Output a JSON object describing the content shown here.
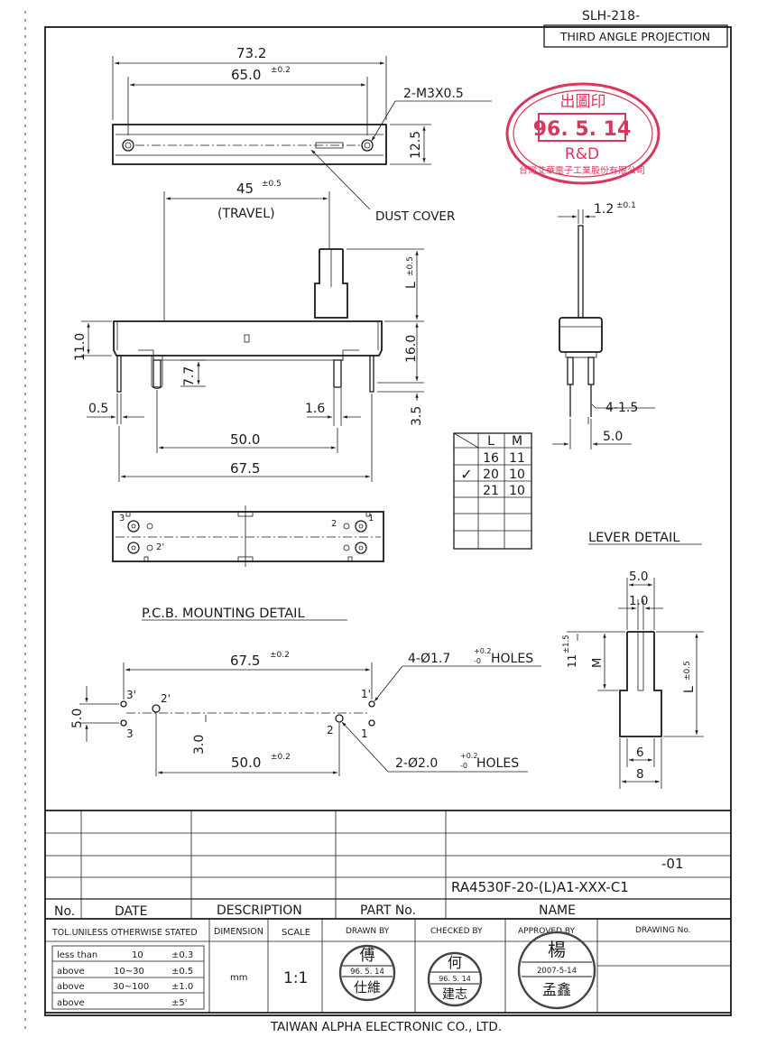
{
  "header": {
    "doc_code": "SLH-218-",
    "projection": "THIRD ANGLE PROJECTION"
  },
  "stamp": {
    "title": "出圖印",
    "date": "96. 5. 14",
    "dept": "R&D",
    "company": "台灣艾華電子工業股份有限公司",
    "color": "#d9365e"
  },
  "top_view": {
    "overall_length": "73.2",
    "mount_pitch": "65.0",
    "mount_pitch_tol": "±0.2",
    "screw_callout": "2-M3X0.5",
    "height": "12.5",
    "travel": "45",
    "travel_tol": "±0.5",
    "travel_label": "(TRAVEL)",
    "dust_cover": "DUST COVER"
  },
  "front_view": {
    "body_height": "11.0",
    "pin_length": "7.7",
    "lever_height_L": "L",
    "lever_height_tol": "±0.5",
    "pcb_to_top": "16.0",
    "pin_below": "3.5",
    "pin_width": "0.5",
    "pin_pitch": "1.6",
    "terminal_span": "50.0",
    "pin_span": "67.5"
  },
  "side_view": {
    "lever_thickness": "1.2",
    "lever_thickness_tol": "±0.1",
    "pin_spacing": "4-1.5",
    "pin_span": "5.0"
  },
  "lm_table": {
    "headers": [
      "L",
      "M"
    ],
    "rows": [
      {
        "check": "",
        "L": "16",
        "M": "11"
      },
      {
        "check": "✓",
        "L": "20",
        "M": "10"
      },
      {
        "check": "",
        "L": "21",
        "M": "10"
      }
    ]
  },
  "bottom_view": {
    "pin_1": "1",
    "pin_2": "2",
    "pin_3": "3",
    "pin_2p": "2'"
  },
  "pcb_detail": {
    "title": "P.C.B. MOUNTING DETAIL",
    "span": "67.5",
    "span_tol": "±0.2",
    "holes_small": "4-Ø1.7",
    "holes_small_tol_plus": "+0.2",
    "holes_small_tol_minus": "-0",
    "holes_label": "HOLES",
    "holes_large": "2-Ø2.0",
    "holes_large_tol_plus": "+0.2",
    "holes_large_tol_minus": "-0",
    "row_pitch": "5.0",
    "offset": "3.0",
    "center_span": "50.0",
    "center_span_tol": "±0.2",
    "pin_1": "1",
    "pin_1p": "1'",
    "pin_2": "2",
    "pin_2p": "2'",
    "pin_3": "3",
    "pin_3p": "3'"
  },
  "lever_detail": {
    "title": "LEVER DETAIL",
    "width": "5.0",
    "slot": "1.0",
    "offset": "11",
    "offset_tol": "±1.5",
    "m_label": "M",
    "l_label": "L",
    "l_tol": "±0.5",
    "inner": "6",
    "outer": "8"
  },
  "title_block": {
    "revision": "-01",
    "part_name": "RA4530F-20-(L)A1-XXX-C1",
    "col_no": "No.",
    "col_date": "DATE",
    "col_description": "DESCRIPTION",
    "col_part_no": "PART No.",
    "col_name": "NAME",
    "tolerance_title": "TOL.UNILESS OTHERWISE STATED",
    "tolerances": [
      {
        "cond": "less than",
        "range": "10",
        "tol": "±0.3"
      },
      {
        "cond": "above",
        "range": "10~30",
        "tol": "±0.5"
      },
      {
        "cond": "above",
        "range": "30~100",
        "tol": "±1.0"
      },
      {
        "cond": "above",
        "range": "",
        "tol": "±5'"
      }
    ],
    "dimension_label": "DIMENSION",
    "dimension_unit": "mm",
    "scale_label": "SCALE",
    "scale_value": "1:1",
    "drawn_by_label": "DRAWN BY",
    "checked_by_label": "CHECKED BY",
    "approved_by_label": "APPROVED BY",
    "drawing_no_label": "DRAWING No.",
    "drawn_seal_top": "傅",
    "drawn_seal_date": "96. 5. 14",
    "drawn_seal_bottom": "仕維",
    "checked_seal_top": "何",
    "checked_seal_date": "96. 5. 14",
    "checked_seal_bottom": "建志",
    "approved_seal_top": "楊",
    "approved_seal_date": "2007-5-14",
    "approved_seal_bottom": "孟鑫",
    "company": "TAIWAN ALPHA ELECTRONIC CO., LTD."
  }
}
